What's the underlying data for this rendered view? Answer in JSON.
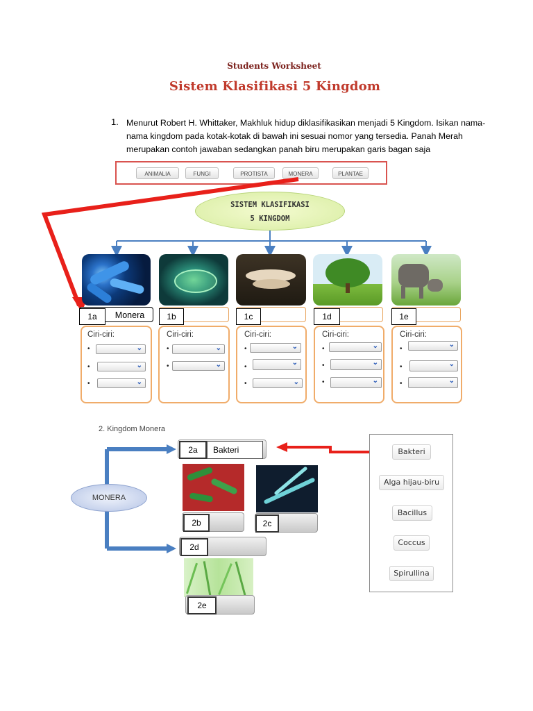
{
  "header": {
    "subtitle": "Students Worksheet",
    "title": "Sistem Klasifikasi 5 Kingdom"
  },
  "question1": {
    "number": "1.",
    "text": "Menurut Robert H. Whittaker, Makhluk hidup diklasifikasikan menjadi 5 Kingdom. Isikan nama-nama kingdom pada kotak-kotak di bawah ini sesuai nomor yang tersedia. Panah Merah merupakan contoh jawaban sedangkan panah biru merupakan garis bagan saja"
  },
  "options": [
    "ANIMALIA",
    "FUNGI",
    "PROTISTA",
    "MONERA",
    "PLANTAE"
  ],
  "diagram": {
    "root_line1": "SISTEM KLASIFIKASI",
    "root_line2": "5 KINGDOM",
    "ciri_label": "Ciri-ciri:",
    "bullet": "•",
    "chevron": "⌄",
    "kingdoms": [
      {
        "number": "1a",
        "answer": "Monera",
        "photo": "bacteria-photo"
      },
      {
        "number": "1b",
        "answer": "",
        "photo": "protist-photo"
      },
      {
        "number": "1c",
        "answer": "",
        "photo": "mushroom-photo"
      },
      {
        "number": "1d",
        "answer": "",
        "photo": "tree-photo"
      },
      {
        "number": "1e",
        "answer": "",
        "photo": "elephant-photo"
      }
    ]
  },
  "question2": {
    "title": "2.  Kingdom Monera",
    "root": "MONERA",
    "slots": {
      "a": {
        "number": "2a",
        "answer": "Bakteri"
      },
      "b": {
        "number": "2b",
        "answer": ""
      },
      "c": {
        "number": "2c",
        "answer": ""
      },
      "d": {
        "number": "2d",
        "answer": ""
      },
      "e": {
        "number": "2e",
        "answer": ""
      }
    },
    "word_bank": [
      "Bakteri",
      "Alga hijau-biru",
      "Bacillus",
      "Coccus",
      "Spirullina"
    ]
  },
  "colors": {
    "answer_arrow": "#e8201a",
    "chart_arrow": "#4a7fc1",
    "title_red": "#c0392b",
    "orange_border": "#f0ac6a"
  }
}
